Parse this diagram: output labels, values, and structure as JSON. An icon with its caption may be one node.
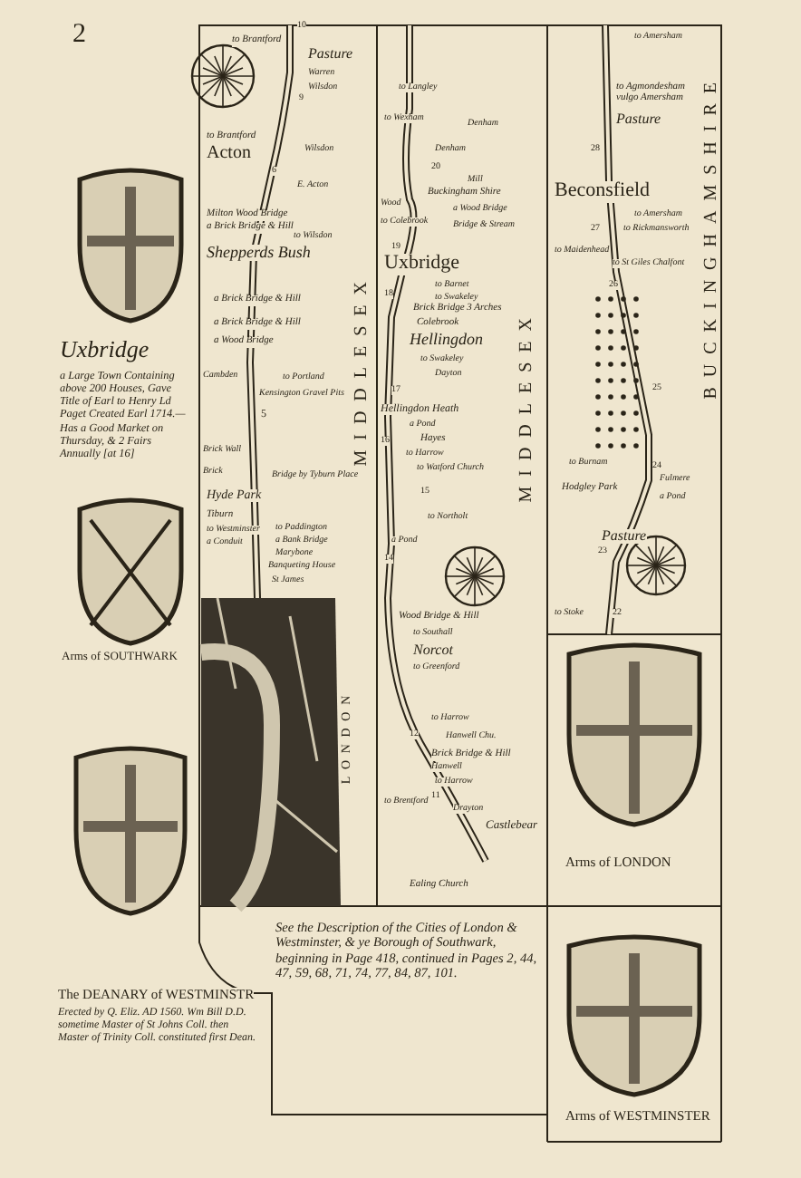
{
  "diagram": {
    "labels": [
      "2",
      "Uxbridge",
      "a Large Town Containing above 200 Houses, Gave Title of Earl to Henry Ld Paget Created Earl 1714.—Has a Good Market on Thursday, & 2 Fairs Annually [at 16]",
      "Arms of SOUTHWARK",
      "The DEANARY of WESTMINSTR",
      "Erected by Q. Eliz. AD 1560. Wm Bill D.D. sometime Master of St Johns Coll. then Master of Trinity Coll. constituted first Dean.",
      "See the Description of the Cities of London & Westminster, & ye Borough of Southwark, beginning in Page 418, continued in Pages 2, 44, 47, 59, 68, 71, 74, 77, 84, 87, 101.",
      "Arms of LONDON",
      "Arms of WESTMINSTER",
      "to Brantford",
      "10",
      "Pasture",
      "Warren",
      "Wilsdon",
      "9",
      "to Brantford",
      "Acton",
      "Wilsdon",
      "6",
      "E. Acton",
      "Milton Wood Bridge",
      "a Brick Bridge & Hill",
      "to Wilsdon",
      "Shepperds Bush",
      "a Brick Bridge & Hill",
      "a Brick Bridge & Hill",
      "a Wood Bridge",
      "Cambden",
      "to Portland",
      "Kensington Gravel Pits",
      "5",
      "Brick Wall",
      "Brick",
      "Bridge by Tyburn Place",
      "Hyde Park",
      "Tiburn",
      "to Westminster",
      "a Conduit",
      "to Paddington",
      "a Bank Bridge",
      "Marybone",
      "Banqueting House",
      "St James",
      "MIDDLESEX",
      "LONDON",
      "to Langley",
      "to Wexham",
      "Denham",
      "Denham",
      "20",
      "Mill",
      "Buckingham Shire",
      "a Wood Bridge",
      "Wood",
      "to Colebrook",
      "Bridge & Stream",
      "19",
      "Uxbridge",
      "to Barnet",
      "to Swakeley",
      "18",
      "Brick Bridge 3 Arches",
      "Colebrook",
      "Hellingdon",
      "to Swakeley",
      "Dayton",
      "17",
      "Hellingdon Heath",
      "a Pond",
      "16",
      "Hayes",
      "to Harrow",
      "to Watford Church",
      "15",
      "to Northolt",
      "a Pond",
      "14",
      "Wood Bridge & Hill",
      "to Southall",
      "Norcot",
      "to Greenford",
      "to Harrow",
      "12",
      "Hanwell Chu.",
      "Brick Bridge & Hill",
      "Hanwell",
      "to Harrow",
      "11",
      "Drayton",
      "Castlebear",
      "to Brentford",
      "Ealing Church",
      "MIDDLESEX",
      "to Amersham",
      "to Agmondesham vulgo Amersham",
      "Pasture",
      "28",
      "Beconsfield",
      "to Amersham",
      "27",
      "to Rickmansworth",
      "to Maidenhead",
      "to St Giles Chalfont",
      "26",
      "25",
      "to Burnam",
      "24",
      "Hodgley Park",
      "Fulmere",
      "a Pond",
      "Pasture",
      "23",
      "to Stoke",
      "22",
      "BUCKINGHAMSHIRE"
    ]
  }
}
